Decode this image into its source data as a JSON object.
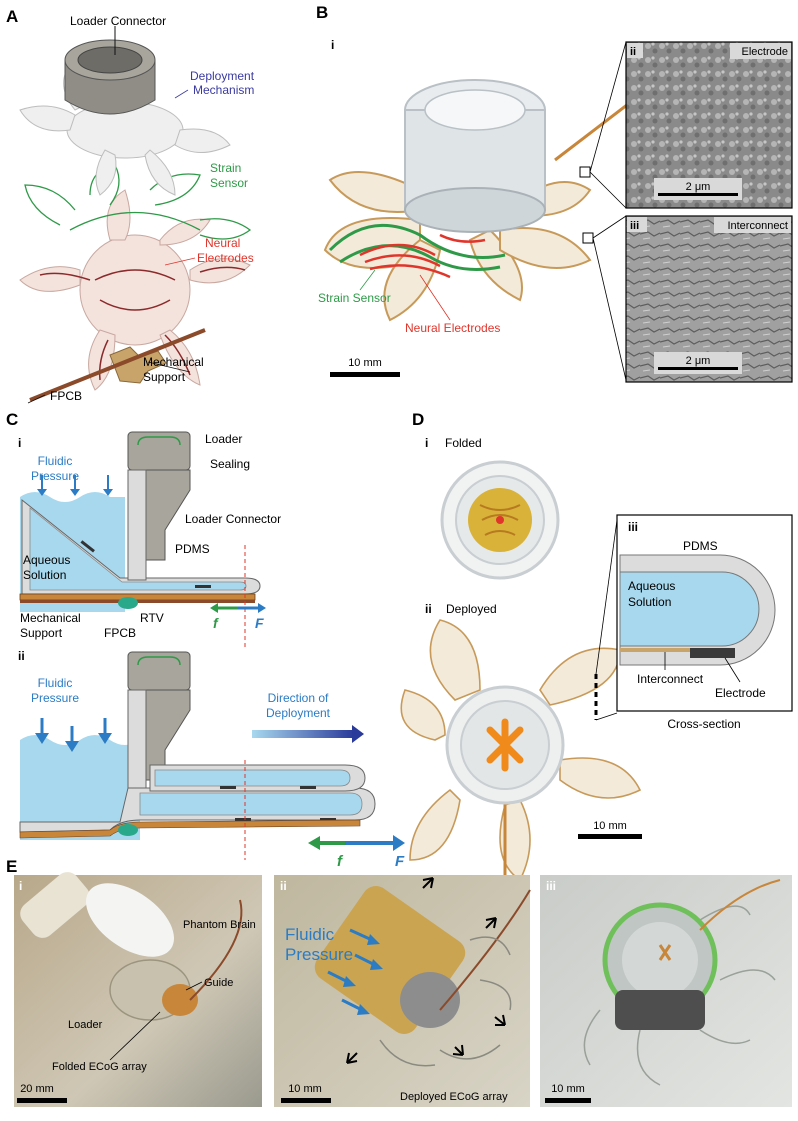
{
  "panels": {
    "A": {
      "letter": "A",
      "labels": {
        "loader_connector": "Loader Connector",
        "deployment_mechanism": [
          "Deployment",
          "Mechanism"
        ],
        "strain_sensor": [
          "Strain",
          "Sensor"
        ],
        "neural_electrodes": [
          "Neural",
          "Electrodes"
        ],
        "mechanical_support": [
          "Mechanical",
          "Support"
        ],
        "fpcb": "FPCB"
      }
    },
    "B": {
      "letter": "B",
      "sub_i": "i",
      "sub_ii": "ii",
      "sub_iii": "iii",
      "electrode": "Electrode",
      "interconnect": "Interconnect",
      "scale_ii": "2 μm",
      "scale_iii": "2 μm",
      "scale_main": "10 mm",
      "strain_sensor": "Strain Sensor",
      "neural_electrodes": "Neural Electrodes"
    },
    "C": {
      "letter": "C",
      "sub_i": "i",
      "sub_ii": "ii",
      "fluidic_pressure": [
        "Fluidic",
        "Pressure"
      ],
      "loader": "Loader",
      "sealing": "Sealing",
      "loader_connector": "Loader Connector",
      "pdms": "PDMS",
      "aqueous_solution": [
        "Aqueous",
        "Solution"
      ],
      "mechanical_support": [
        "Mechanical",
        "Support"
      ],
      "fpcb": "FPCB",
      "rtv": "RTV",
      "f_small": "f",
      "F_big": "F",
      "direction": [
        "Direction of",
        "Deployment"
      ]
    },
    "D": {
      "letter": "D",
      "sub_i": "i",
      "folded": "Folded",
      "sub_ii": "ii",
      "deployed": "Deployed",
      "sub_iii": "iii",
      "pdms": "PDMS",
      "aqueous_solution": [
        "Aqueous",
        "Solution"
      ],
      "interconnect": "Interconnect",
      "electrode": "Electrode",
      "cross_section": "Cross-section",
      "scale": "10 mm"
    },
    "E": {
      "letter": "E",
      "sub_i": "i",
      "sub_ii": "ii",
      "sub_iii": "iii",
      "phantom_brain": "Phantom Brain",
      "guide": "Guide",
      "loader": "Loader",
      "folded_array": "Folded ECoG array",
      "fluidic_pressure": [
        "Fluidic",
        "Pressure"
      ],
      "deployed_array": "Deployed ECoG array",
      "scale_i": "20 mm",
      "scale_ii": "10 mm",
      "scale_iii": "10 mm"
    }
  },
  "colors": {
    "blue_text": "#2b7cc4",
    "green": "#2e9a48",
    "red": "#e0352b",
    "navy": "#3a3aa0",
    "water": "#a8d8ee",
    "pdms": "#dcdcdc",
    "loader_gray": "#a8a59c",
    "copper": "#c8863a"
  }
}
